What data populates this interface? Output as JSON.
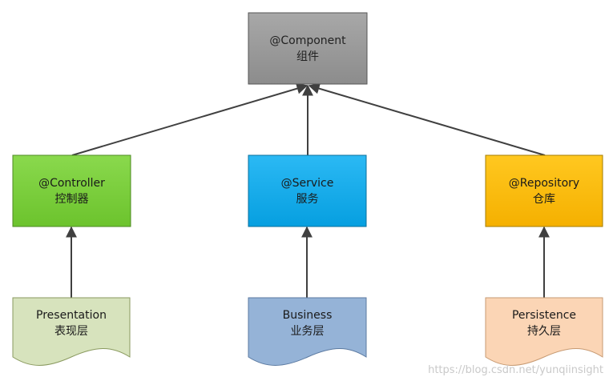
{
  "component": {
    "title": "@Component",
    "subtitle": "组件",
    "fill": "#999999"
  },
  "controller": {
    "title": "@Controller",
    "subtitle": "控制器",
    "fill": "#7ed23e"
  },
  "service": {
    "title": "@Service",
    "subtitle": "服务",
    "fill": "#13aef0"
  },
  "repository": {
    "title": "@Repository",
    "subtitle": "仓库",
    "fill": "#ffbf00"
  },
  "presentation": {
    "title": "Presentation",
    "subtitle": "表现层",
    "fill": "#d7e3bd"
  },
  "business": {
    "title": "Business",
    "subtitle": "业务层",
    "fill": "#95b3d7"
  },
  "persistence": {
    "title": "Persistence",
    "subtitle": "持久层",
    "fill": "#fbd5b5"
  },
  "watermark": "https://blog.csdn.net/yunqiinsight"
}
